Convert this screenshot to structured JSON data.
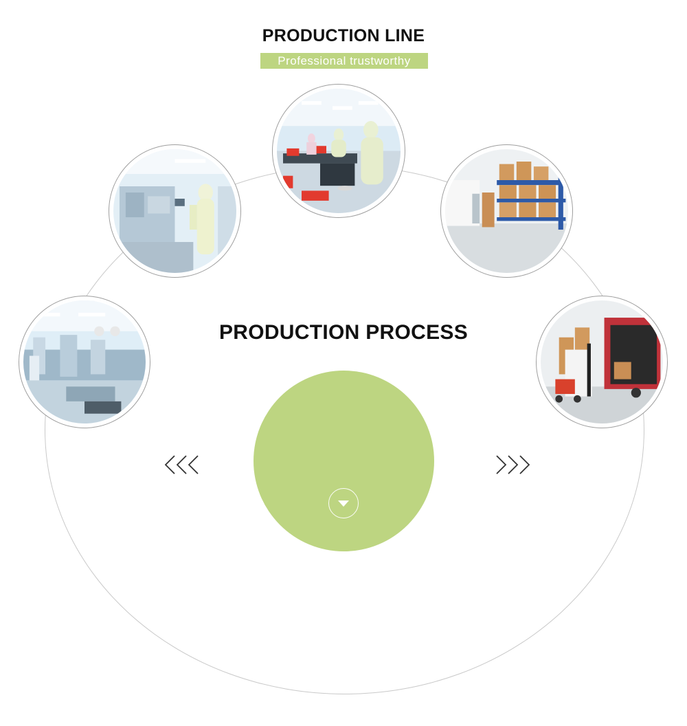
{
  "colors": {
    "accent": "#bdd581",
    "title": "#111111",
    "ring": "#c9c9c9",
    "frame": "#9e9e9e"
  },
  "header": {
    "title": "PRODUCTION LINE",
    "subtitle": "Professional trustworthy"
  },
  "process": {
    "title": "PRODUCTION PROCESS"
  },
  "icons": {
    "prev": "triple-chevron-left-icon",
    "next": "triple-chevron-right-icon",
    "down": "chevron-down-icon"
  },
  "photos": [
    {
      "name": "assembly-line-photo"
    },
    {
      "name": "machine-operator-photo"
    },
    {
      "name": "cleanroom-workers-photo"
    },
    {
      "name": "warehouse-shelves-photo"
    },
    {
      "name": "loading-truck-photo"
    }
  ]
}
